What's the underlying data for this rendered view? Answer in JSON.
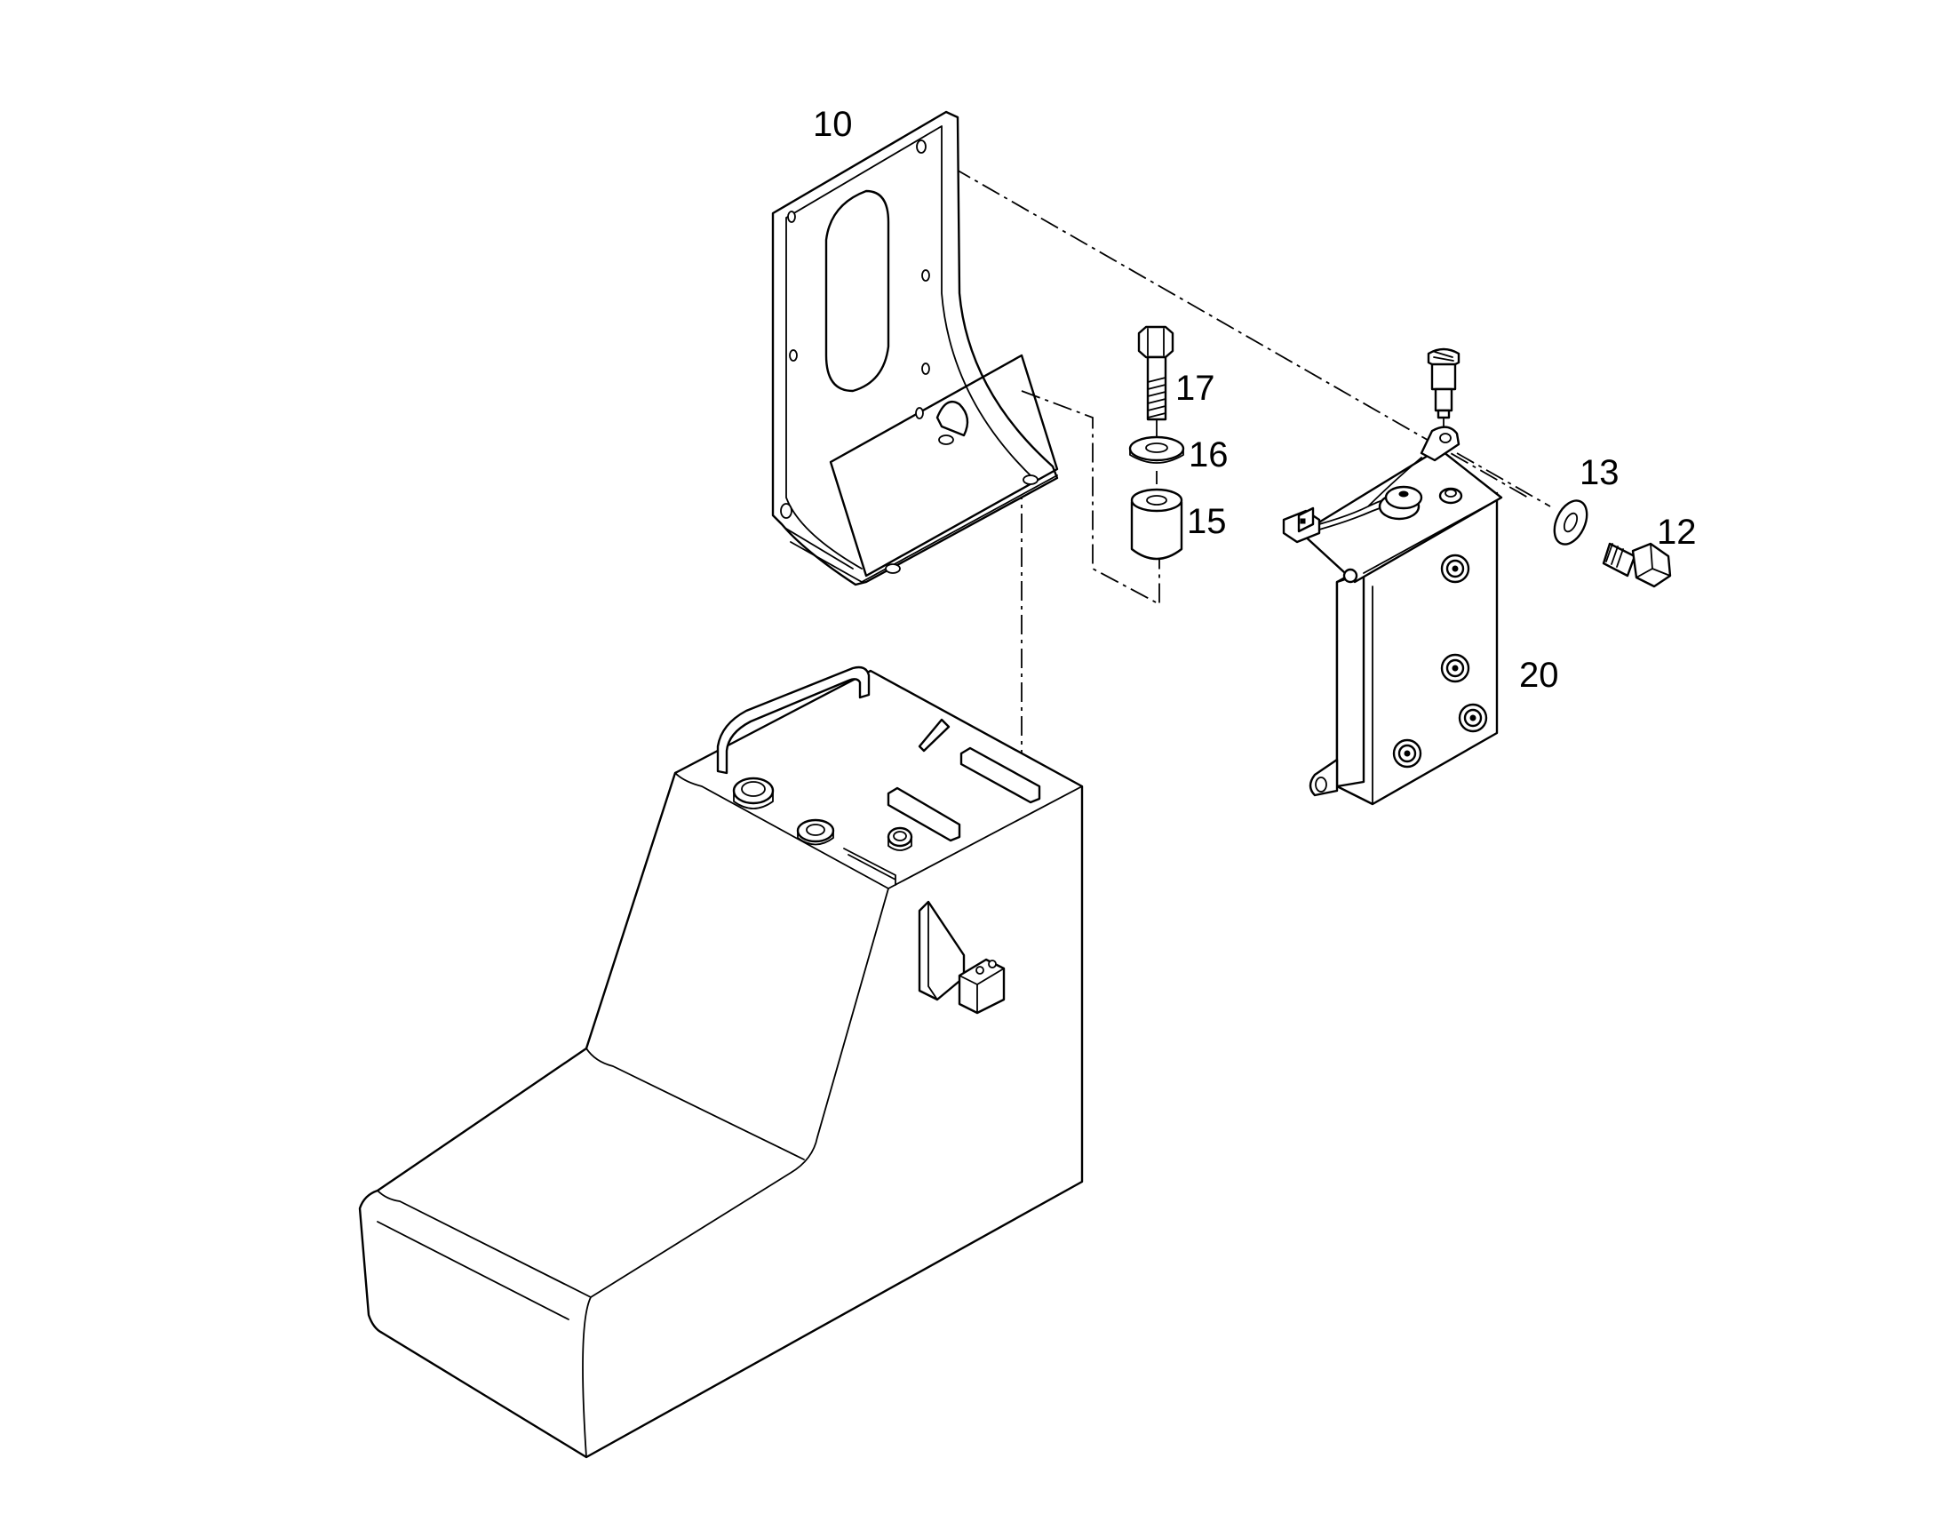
{
  "callouts": {
    "c10": "10",
    "c12": "12",
    "c13": "13",
    "c15": "15",
    "c16": "16",
    "c17": "17",
    "c20": "20"
  },
  "colors": {
    "line": "#000000",
    "background": "#ffffff"
  }
}
